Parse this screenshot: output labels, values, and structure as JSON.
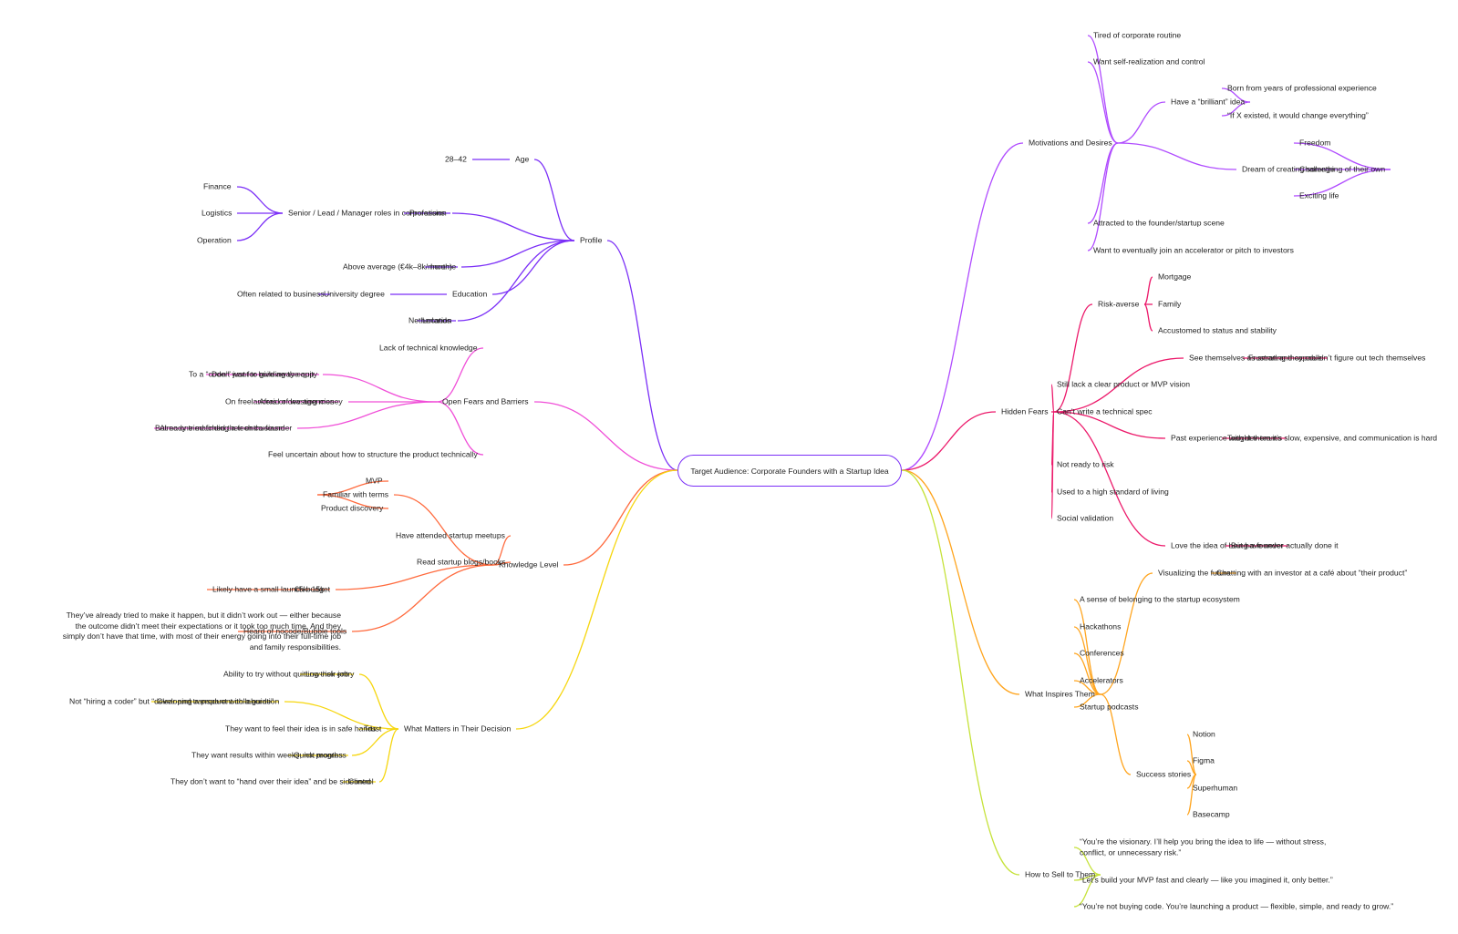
{
  "title": "Target Audience: Corporate Founders with a Startup Idea",
  "colors": {
    "profile": "#7b2ff7",
    "fears": "#f04fd8",
    "knowledge": "#ff6a3d",
    "matters": "#f6d60e",
    "motivations": "#b04cff",
    "hidden": "#ec1a6b",
    "inspires": "#ffa51f",
    "sell": "#c6e23a"
  },
  "branches": {
    "profile": {
      "label": "Profile",
      "items": [
        {
          "label": "Age",
          "children": [
            {
              "label": "28–42"
            }
          ]
        },
        {
          "label": "Profession",
          "children": [
            {
              "label": "Senior / Lead / Manager roles in corporations",
              "children": [
                {
                  "label": "Finance"
                },
                {
                  "label": "Logistics"
                },
                {
                  "label": "Operation"
                }
              ]
            }
          ]
        },
        {
          "label": "Income",
          "children": [
            {
              "label": "Above average (€4k–8k/month)"
            }
          ]
        },
        {
          "label": "Education",
          "children": [
            {
              "label": "University degree",
              "children": [
                {
                  "label": "Often related to  business"
                }
              ]
            }
          ]
        },
        {
          "label": "Location",
          "children": [
            {
              "label": "Netherlands"
            }
          ]
        }
      ]
    },
    "fears": {
      "label": "Open Fears and Barriers",
      "items": [
        {
          "label": "Lack of technical knowledge"
        },
        {
          "label": "Don’t want to give away equity",
          "children": [
            {
              "label": "To a “coder” just for building the app"
            }
          ]
        },
        {
          "label": "Afraid of wasting money",
          "children": [
            {
              "label": "On freelancers or dev agencies"
            }
          ]
        },
        {
          "label": "Already tried finding a tech co-founder",
          "children": [
            {
              "label": "But no one matched their enthusiasm"
            }
          ]
        },
        {
          "label": "Feel uncertain about how to structure the product technically"
        }
      ]
    },
    "knowledge": {
      "label": "Knowledge Level",
      "items": [
        {
          "label": "Familiar with terms",
          "children": [
            {
              "label": "MVP"
            },
            {
              "label": "Product discovery"
            }
          ]
        },
        {
          "label": "Have attended startup meetups"
        },
        {
          "label": "Read startup blogs/books"
        },
        {
          "label": "Likely have a small launch budget",
          "children": [
            {
              "label": "€5k–15k"
            }
          ]
        },
        {
          "label": "Heard of nocode/Bubble tools",
          "children": [
            {
              "label": "They’ve already tried to make it happen, but it didn’t work out — either because the outcome didn’t meet their expectations or it took too much time. And they simply don’t have that time, with most of their energy going into their full-time job and family responsibilities."
            }
          ]
        }
      ]
    },
    "matters": {
      "label": "What Matters in Their Decision",
      "items": [
        {
          "label": "Low-risk entry",
          "children": [
            {
              "label": "Ability to try without quitting their job"
            }
          ]
        },
        {
          "label": "Clear and transparent collaboration",
          "children": [
            {
              "label": "Not “hiring a coder” but “developing a product with a guide”"
            }
          ]
        },
        {
          "label": "Trust",
          "children": [
            {
              "label": "They want to feel their idea is in safe hands"
            }
          ]
        },
        {
          "label": "Quick progress",
          "children": [
            {
              "label": "They want results within weeks, not months"
            }
          ]
        },
        {
          "label": "Control",
          "children": [
            {
              "label": "They don’t want to “hand over their idea” and be sidelined"
            }
          ]
        }
      ]
    },
    "motivations": {
      "label": "Motivations and Desires",
      "items": [
        {
          "label": "Tired of corporate routine"
        },
        {
          "label": "Want self-realization and control"
        },
        {
          "label": "Have a “brilliant” idea",
          "children": [
            {
              "label": "Born from years of professional experience"
            },
            {
              "label": "“If X existed, it would change everything”"
            }
          ]
        },
        {
          "label": "Dream of creating something of their own",
          "children": [
            {
              "label": "Freedom"
            },
            {
              "label": "Challenge"
            },
            {
              "label": "Exciting life"
            }
          ]
        },
        {
          "label": "Attracted to the founder/startup scene"
        },
        {
          "label": "Want to eventually join an accelerator or pitch to investors"
        }
      ]
    },
    "hidden": {
      "label": "Hidden Fears",
      "items": [
        {
          "label": "Risk-averse",
          "children": [
            {
              "label": "Mortgage"
            },
            {
              "label": "Family"
            },
            {
              "label": "Accustomed to status and stability"
            }
          ]
        },
        {
          "label": "See themselves as smart and capable",
          "children": [
            {
              "label": "Frustrating they couldn’t figure out tech themselves"
            }
          ]
        },
        {
          "label": "Still lack a clear product or MVP vision"
        },
        {
          "label": "Can’t write a technical spec"
        },
        {
          "label": "Past experience with dev teams",
          "children": [
            {
              "label": "Taught them it’s slow, expensive, and communication is hard"
            }
          ]
        },
        {
          "label": "Not ready to risk"
        },
        {
          "label": "Used to a high standard of living"
        },
        {
          "label": "Social validation"
        },
        {
          "label": "Love the idea of being a founder",
          "children": [
            {
              "label": "But have never actually done it"
            }
          ]
        }
      ]
    },
    "inspires": {
      "label": "What Inspires Them",
      "items": [
        {
          "label": "Visualizing the future",
          "children": [
            {
              "label": "Chatting with an investor at a café about “their product”"
            }
          ]
        },
        {
          "label": "A sense of belonging to the startup ecosystem"
        },
        {
          "label": "Hackathons"
        },
        {
          "label": "Conferences"
        },
        {
          "label": "Accelerators"
        },
        {
          "label": "Startup podcasts"
        },
        {
          "label": "Success stories",
          "children": [
            {
              "label": "Notion"
            },
            {
              "label": "Figma"
            },
            {
              "label": "Superhuman"
            },
            {
              "label": "Basecamp"
            }
          ]
        }
      ]
    },
    "sell": {
      "label": "How to Sell to Them",
      "items": [
        {
          "label": "“You’re the visionary. I’ll help you bring the idea to life — without stress, conflict, or unnecessary risk.”"
        },
        {
          "label": "“Let’s build your MVP fast and clearly — like you imagined it, only better.”"
        },
        {
          "label": "“You’re not buying code. You’re launching a product — flexible, simple, and ready to grow.”"
        }
      ]
    }
  }
}
